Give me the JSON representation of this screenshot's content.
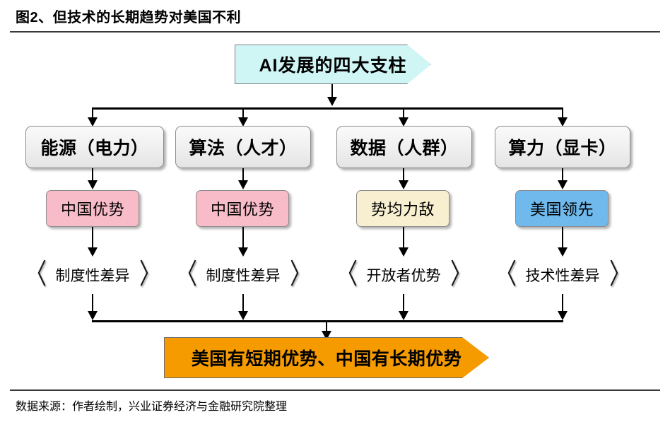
{
  "figure": {
    "title": "图2、但技术的长期趋势对美国不利",
    "source_note": "数据来源：作者绘制，兴业证券经济与金融研究院整理"
  },
  "diagram": {
    "type": "flowchart",
    "top_banner": {
      "label": "AI发展的四大支柱",
      "fill": "#CFF5F5",
      "border": "#808080",
      "shape": "pentagon-chevron"
    },
    "bottom_banner": {
      "label": "美国有短期优势、中国有长期优势",
      "fill": "#F59B00",
      "border": "#6E6E6E",
      "shape": "pentagon-chevron"
    },
    "columns": [
      {
        "pillar": "能源（电力）",
        "pillar_fill": "#EFEFEF",
        "verdict": "中国优势",
        "verdict_fill": "#F8BBC8",
        "reason": "制度性差异"
      },
      {
        "pillar": "算法（人才）",
        "pillar_fill": "#EFEFEF",
        "verdict": "中国优势",
        "verdict_fill": "#F8BBC8",
        "reason": "制度性差异"
      },
      {
        "pillar": "数据（人群）",
        "pillar_fill": "#EFEFEF",
        "verdict": "势均力敌",
        "verdict_fill": "#F7EFD0",
        "reason": "开放者优势"
      },
      {
        "pillar": "算力（显卡）",
        "pillar_fill": "#EFEFEF",
        "verdict": "美国领先",
        "verdict_fill": "#6FB9EC",
        "reason": "技术性差异"
      }
    ],
    "bracket_left": "〈",
    "bracket_right": "〉"
  }
}
